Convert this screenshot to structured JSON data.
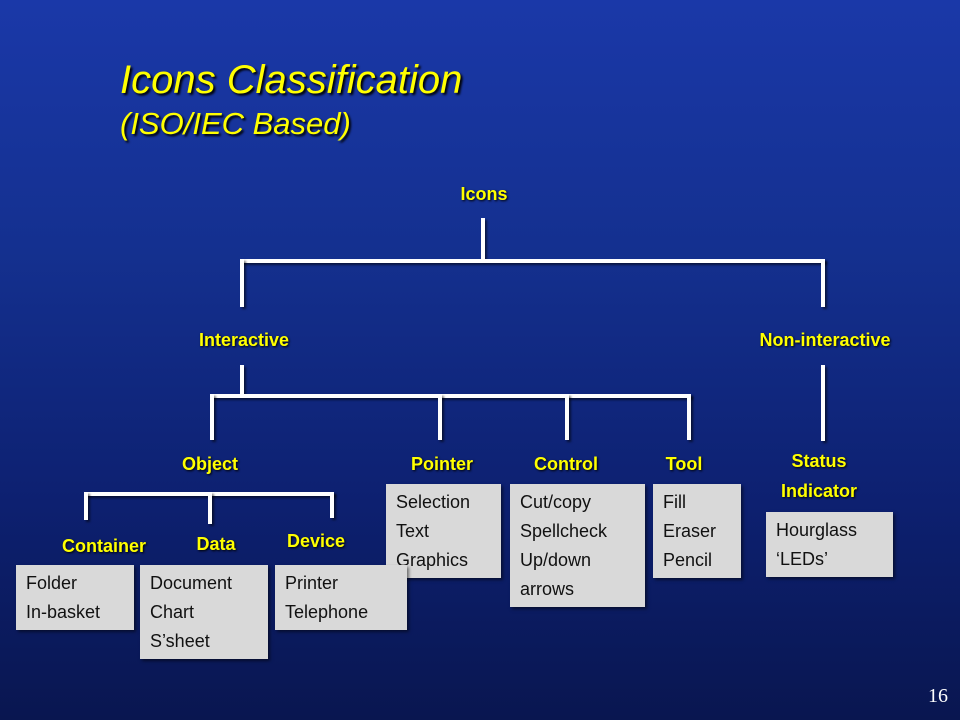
{
  "slide": {
    "title": "Icons Classification",
    "subtitle": "(ISO/IEC Based)",
    "page_number": "16"
  },
  "tree": {
    "root": "Icons",
    "interactive": "Interactive",
    "non_interactive": "Non-interactive",
    "object": "Object",
    "pointer": "Pointer",
    "control": "Control",
    "tool": "Tool",
    "status_indicator": [
      "Status",
      "Indicator"
    ],
    "container": "Container",
    "data": "Data",
    "device": "Device"
  },
  "boxes": {
    "container": [
      "Folder",
      "In-basket"
    ],
    "data": [
      "Document",
      "Chart",
      "S’sheet"
    ],
    "device": [
      "Printer",
      "Telephone"
    ],
    "pointer": [
      "Selection",
      "Text",
      "Graphics"
    ],
    "control": [
      "Cut/copy",
      "Spellcheck",
      "Up/down",
      "arrows"
    ],
    "tool": [
      "Fill",
      "Eraser",
      "Pencil"
    ],
    "status": [
      "Hourglass",
      "‘LEDs’"
    ]
  },
  "colors": {
    "background_top": "#1a38a8",
    "background_bottom": "#091650",
    "heading": "#ffff00",
    "connector": "#ffffff",
    "box_fill": "#d9d9d9"
  }
}
